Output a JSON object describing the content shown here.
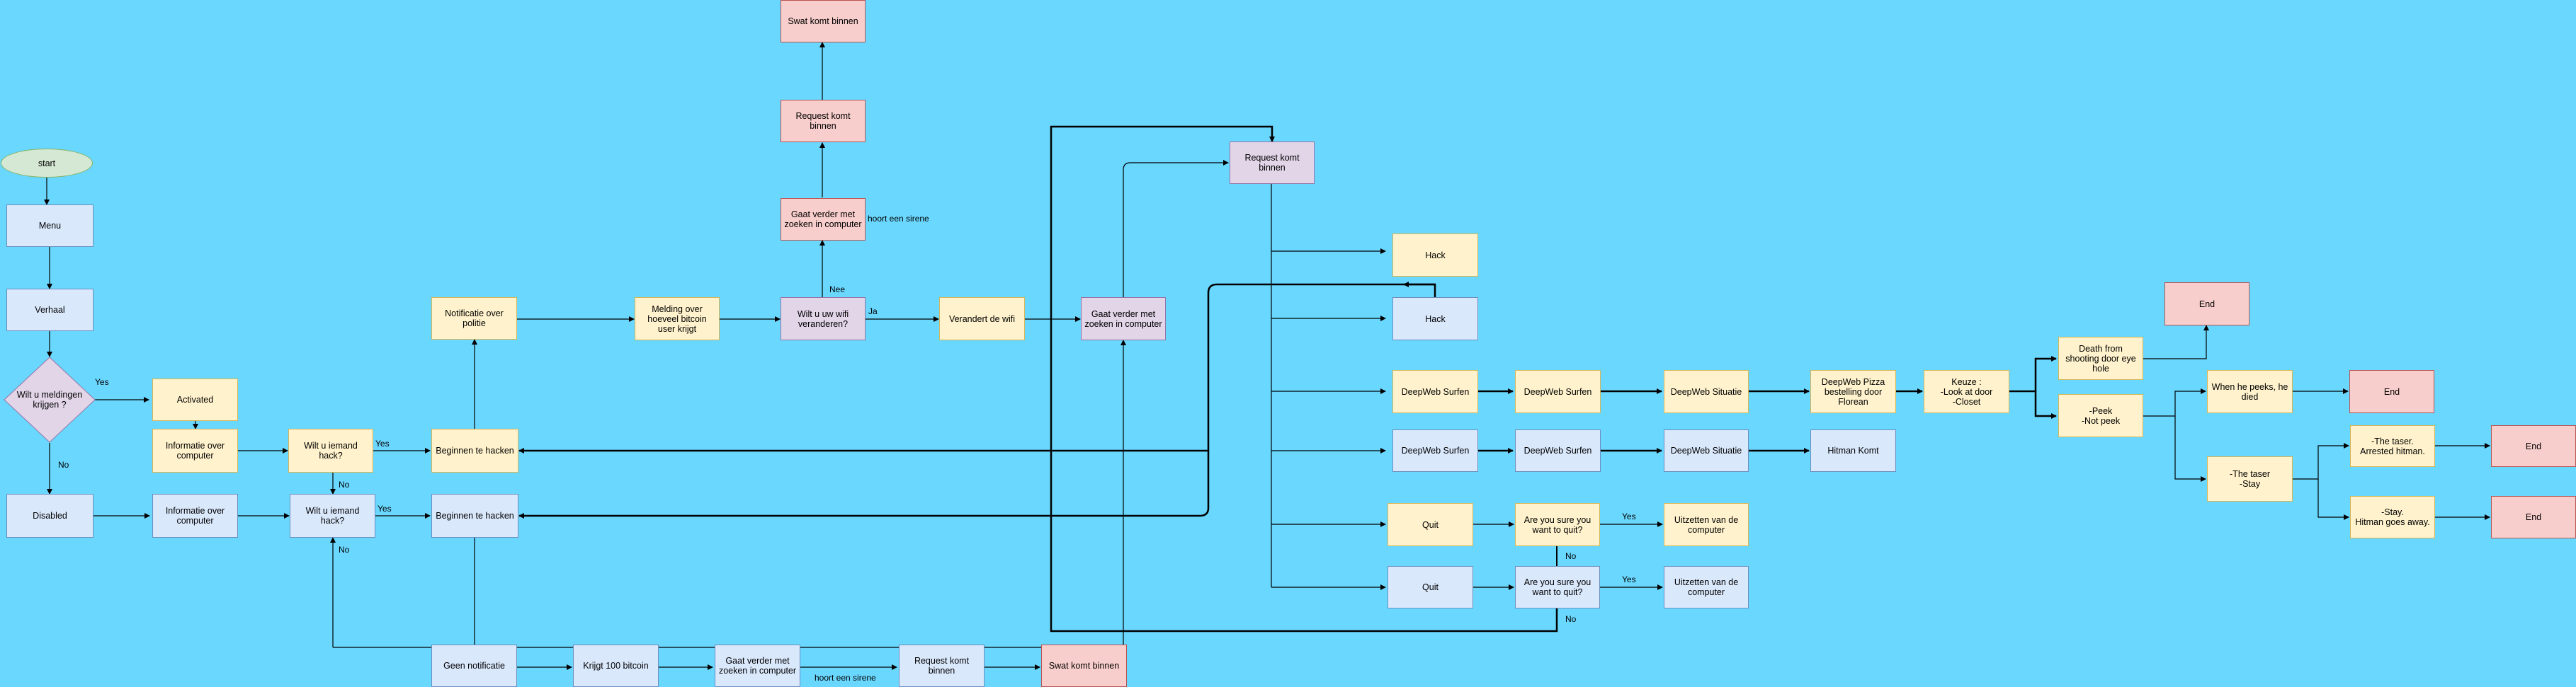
{
  "nodes": {
    "start": "start",
    "menu": "Menu",
    "verhaal": "Verhaal",
    "meldingen": "Wilt u meldingen\nkrijgen ?",
    "disabled": "Disabled",
    "activated": "Activated",
    "info1": "Informatie over\ncomputer",
    "info2": "Informatie over\ncomputer",
    "hack_q1": "Wilt u iemand hack?",
    "hack_q2": "Wilt u iemand hack?",
    "begin1": "Beginnen te hacken",
    "begin2": "Beginnen te hacken",
    "notif_politie": "Notificatie over\npolitie",
    "melding_bitcoin": "Melding over\nhoeveel bitcoin\nuser krijgt",
    "wifi_q": "Wilt u uw wifi\nveranderen?",
    "verander_wifi": "Verandert de wifi",
    "gaat_verder_top": "Gaat verder met\nzoeken in computer",
    "request_top": "Request komt\nbinnen",
    "swat_top": "Swat komt binnen",
    "gaat_verder_mid": "Gaat verder met\nzoeken in computer",
    "request_mid": "Request komt\nbinnen",
    "hack1": "Hack",
    "hack2": "Hack",
    "dw_surf1": "DeepWeb Surfen",
    "dw_surf2": "DeepWeb Surfen",
    "dw_surf3": "DeepWeb Surfen",
    "dw_surf4": "DeepWeb Surfen",
    "dw_sit1": "DeepWeb Situatie",
    "dw_sit2": "DeepWeb Situatie",
    "pizza": "DeepWeb Pizza\nbestelling door\nFlorean",
    "hitman_komt": "Hitman Komt",
    "keuze": "Keuze :\n-Look at door\n-Closet",
    "death_hole": "Death from\nshooting  door eye\nhole",
    "peek": "-Peek\n-Not peek",
    "end_top": "End",
    "peeks_died": "When he peeks, he\ndied",
    "end_died": "End",
    "taser_stay": "-The taser\n-Stay",
    "taser_arrest": "-The taser.\nArrested hitman.",
    "stay_away": "-Stay.\nHitman goes away.",
    "end_taser": "End",
    "end_stay": "End",
    "quit1": "Quit",
    "quit2": "Quit",
    "sure1": "Are you sure you\nwant to quit?",
    "sure2": "Are you sure you\nwant to quit?",
    "uitzetten1": "Uitzetten van de\ncomputer",
    "uitzetten2": "Uitzetten van de\ncomputer",
    "geen_notif": "Geen notificatie",
    "krijgt_bitcoin": "Krijgt 100 bitcoin",
    "gaat_verder_bot": "Gaat verder met\nzoeken in computer",
    "request_bot": "Request komt\nbinnen",
    "swat_bot": "Swat komt binnen"
  },
  "labels": {
    "yes_meldingen": "Yes",
    "no_meldingen": "No",
    "yes_hack1": "Yes",
    "no_hack1": "No",
    "yes_hack2": "Yes",
    "no_hack2": "No",
    "nee_wifi": "Nee",
    "ja_wifi": "Ja",
    "hoort_sirene_top": "hoort een sirene",
    "hoort_sirene_bot": "hoort een sirene",
    "yes_quit1": "Yes",
    "no_quit1": "No",
    "yes_quit2": "Yes",
    "no_quit2": "No"
  },
  "colors": {
    "background": "#6ad7fe",
    "blue": "#dae8fc",
    "yellow": "#fff2cc",
    "red": "#f8cecc",
    "purple": "#e1d5e7",
    "green": "#d5e8d4",
    "edge": "#000000"
  }
}
